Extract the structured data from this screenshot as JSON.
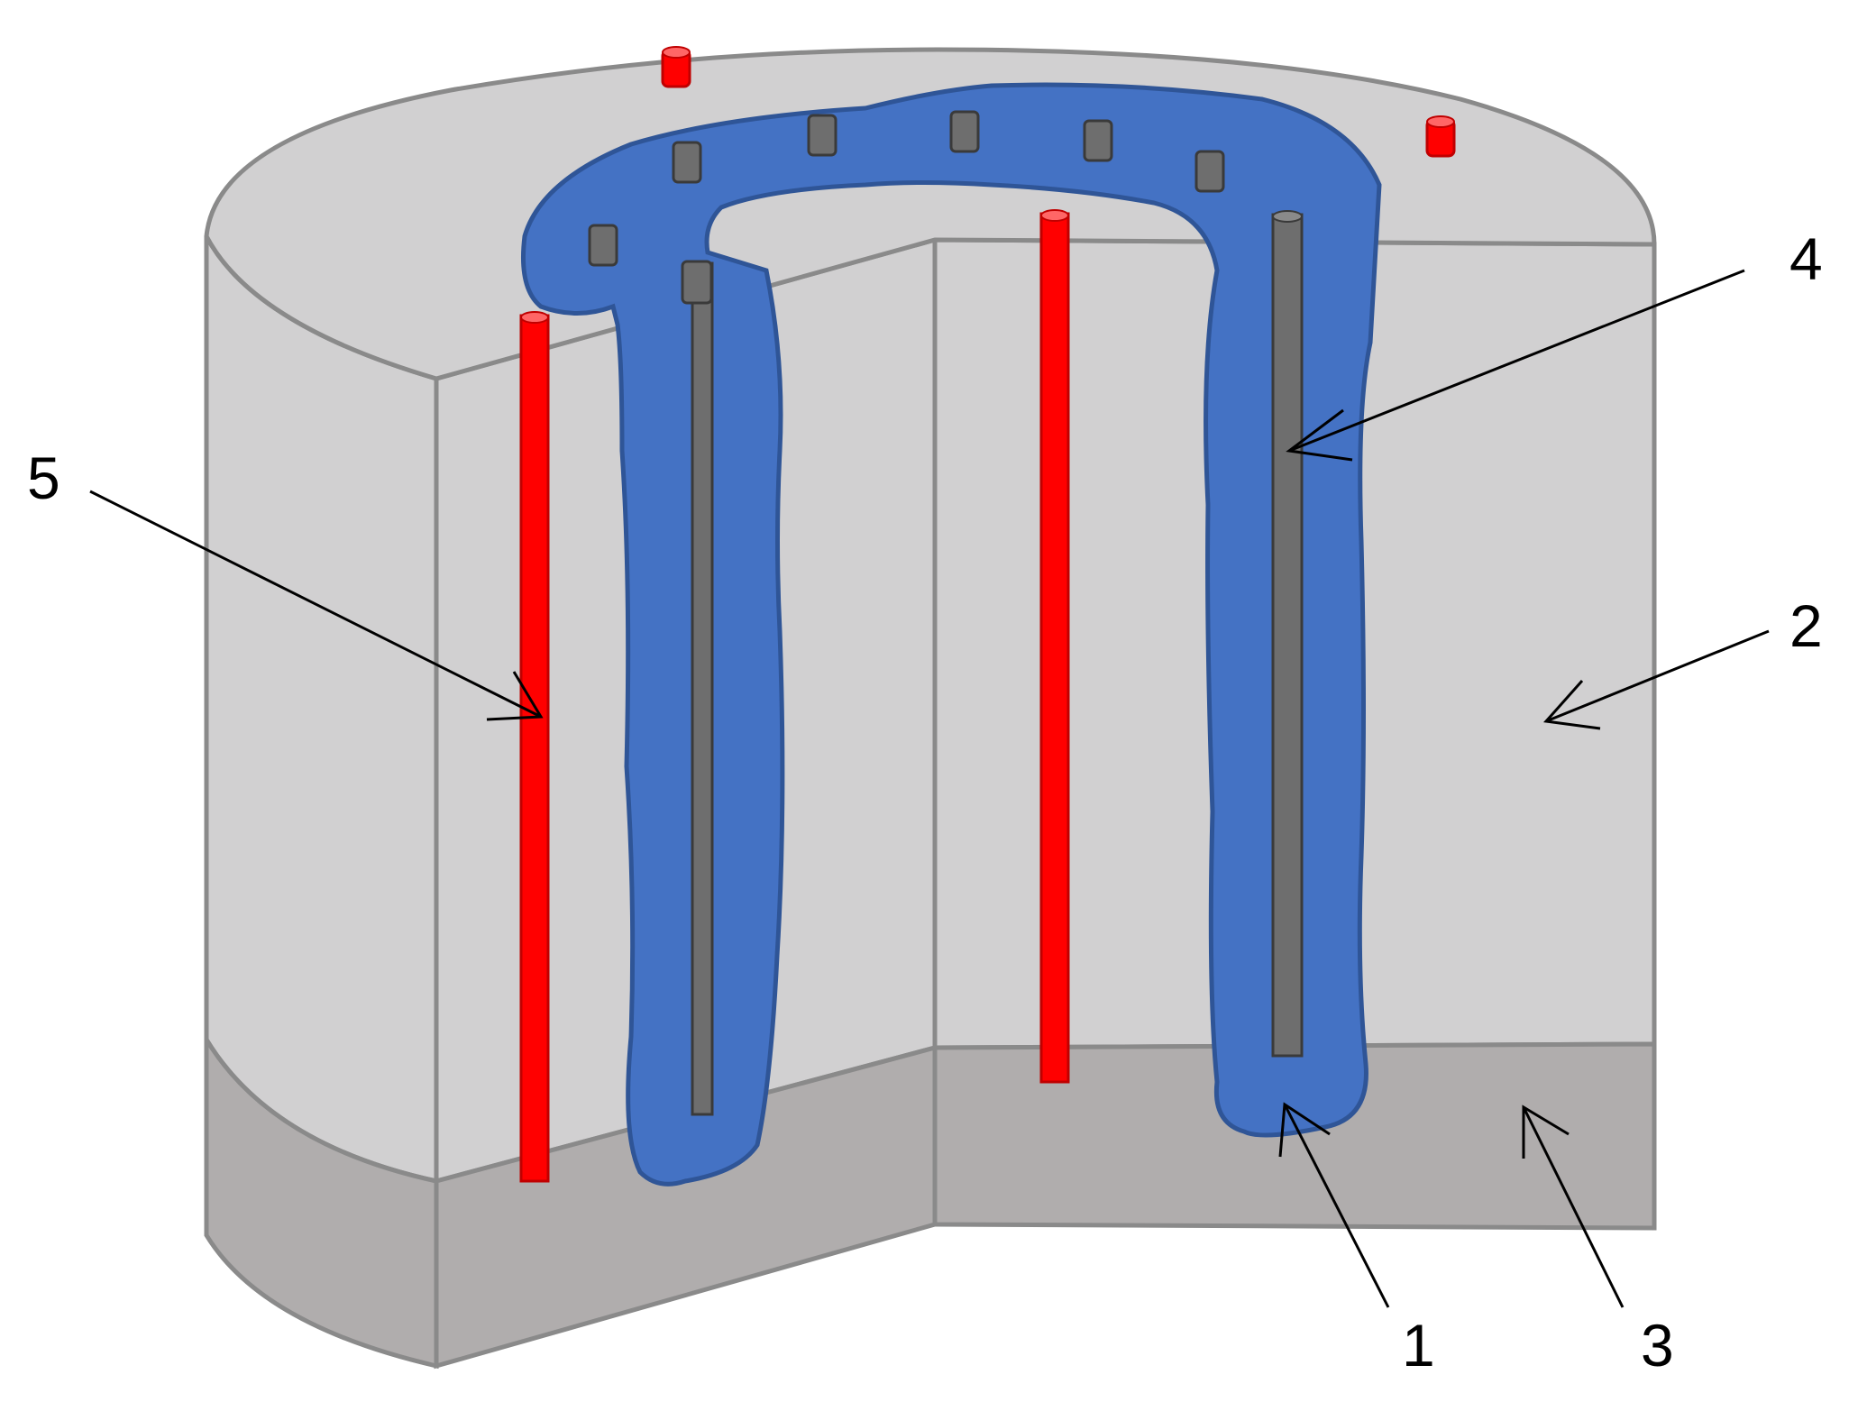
{
  "diagram": {
    "colors": {
      "body_fill": "#d1d0d1",
      "body_stroke": "#8a8a8a",
      "base_fill": "#b0adad",
      "plume_fill": "#4472c4",
      "plume_stroke": "#2f5597",
      "electrode_fill": "#6e6e6e",
      "electrode_stroke": "#3a3a3a",
      "red_rod_fill": "#ff0000",
      "red_rod_stroke": "#c00000"
    },
    "callouts": [
      {
        "id": "1",
        "label": "1"
      },
      {
        "id": "2",
        "label": "2"
      },
      {
        "id": "3",
        "label": "3"
      },
      {
        "id": "4",
        "label": "4"
      },
      {
        "id": "5",
        "label": "5"
      }
    ]
  }
}
